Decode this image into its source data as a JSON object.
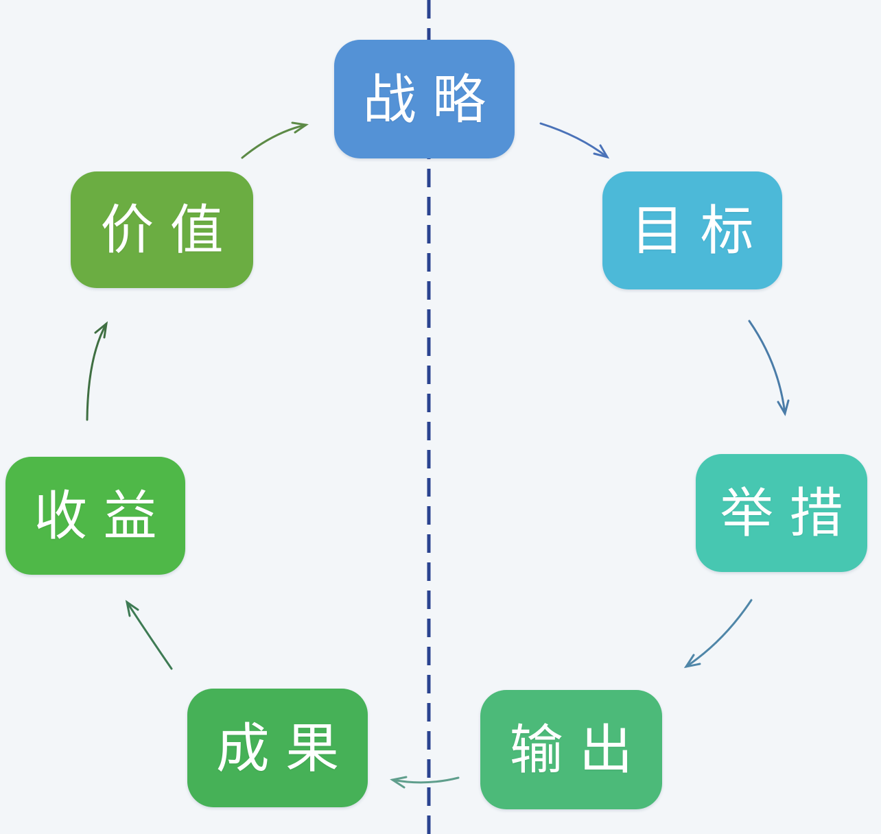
{
  "canvas": {
    "background": "#f3f6f9"
  },
  "divider": {
    "style": "dashed-vertical-center-line",
    "color": "#2a4390"
  },
  "nodes": [
    {
      "id": "strategy",
      "label": "战略",
      "color": "#5492d6",
      "text_color": "#ffffff"
    },
    {
      "id": "goal",
      "label": "目标",
      "color": "#4cb9d8",
      "text_color": "#ffffff"
    },
    {
      "id": "initiatives",
      "label": "举措",
      "color": "#47c7b1",
      "text_color": "#ffffff"
    },
    {
      "id": "output",
      "label": "输出",
      "color": "#4cba79",
      "text_color": "#ffffff"
    },
    {
      "id": "outcomes",
      "label": "成果",
      "color": "#46b157",
      "text_color": "#ffffff"
    },
    {
      "id": "benefits",
      "label": "收益",
      "color": "#4fb848",
      "text_color": "#ffffff"
    },
    {
      "id": "value",
      "label": "价值",
      "color": "#6bad42",
      "text_color": "#ffffff"
    }
  ],
  "arrows": [
    {
      "from": "战略",
      "to": "目标",
      "color": "#4a72b8"
    },
    {
      "from": "目标",
      "to": "举措",
      "color": "#4a7ca8"
    },
    {
      "from": "举措",
      "to": "输出",
      "color": "#4f86a8"
    },
    {
      "from": "输出",
      "to": "成果",
      "color": "#5f9e8c"
    },
    {
      "from": "成果",
      "to": "收益",
      "color": "#3e7b54"
    },
    {
      "from": "收益",
      "to": "价值",
      "color": "#3f6f42"
    },
    {
      "from": "价值",
      "to": "战略",
      "color": "#5c8a46"
    }
  ]
}
